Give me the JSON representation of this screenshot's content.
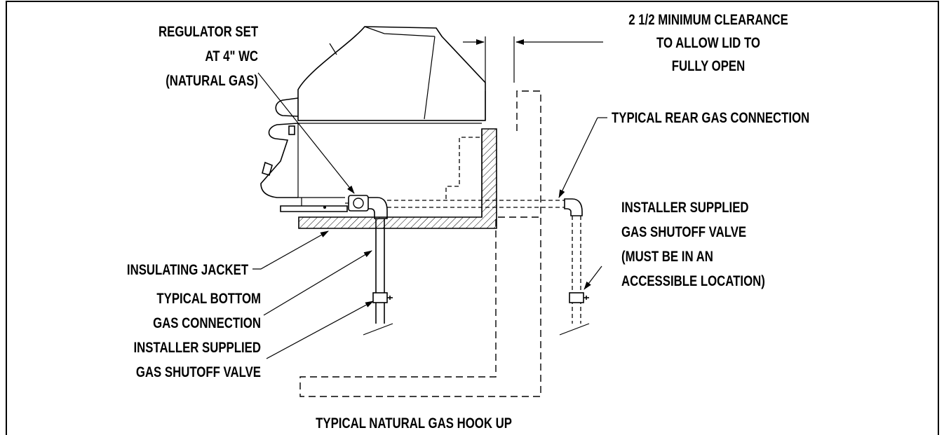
{
  "labels": {
    "regulator": [
      "REGULATOR SET",
      "AT 4\" WC",
      "(NATURAL GAS)"
    ],
    "clearance": [
      "2 1/2 MINIMUM CLEARANCE",
      "TO ALLOW LID TO",
      "FULLY OPEN"
    ],
    "rear_connection": "TYPICAL REAR GAS CONNECTION",
    "rear_shutoff": [
      "INSTALLER SUPPLIED",
      "GAS SHUTOFF VALVE",
      "(MUST BE IN AN",
      "ACCESSIBLE LOCATION)"
    ],
    "insulating_jacket": "INSULATING JACKET",
    "bottom_connection": [
      "TYPICAL BOTTOM",
      "GAS CONNECTION"
    ],
    "bottom_shutoff": [
      "INSTALLER SUPPLIED",
      "GAS SHUTOFF VALVE"
    ],
    "caption": "TYPICAL NATURAL GAS HOOK UP"
  }
}
